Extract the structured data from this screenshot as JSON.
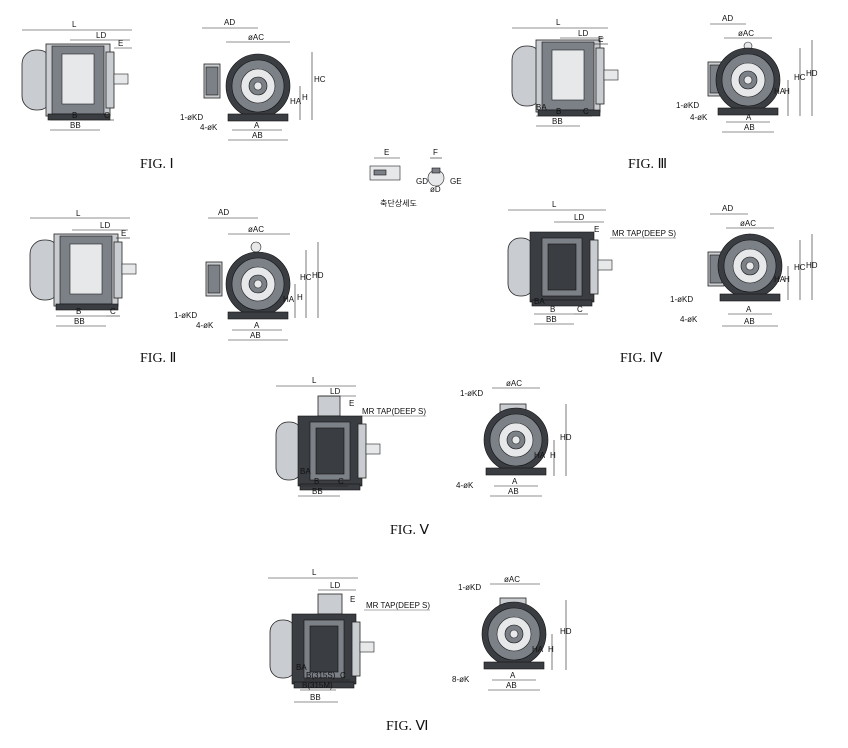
{
  "figures": [
    {
      "caption": "FIG. Ⅰ",
      "side_labels": [
        "L",
        "LD",
        "E",
        "B",
        "C",
        "BB"
      ],
      "front_labels": [
        "AD",
        "øAC",
        "HC",
        "HA",
        "H",
        "1-øKD",
        "4-øK",
        "A",
        "AB"
      ]
    },
    {
      "caption": "FIG. Ⅱ",
      "side_labels": [
        "L",
        "LD",
        "E",
        "B",
        "C",
        "BB"
      ],
      "front_labels": [
        "AD",
        "øAC",
        "HC",
        "HD",
        "HA",
        "H",
        "1-øKD",
        "4-øK",
        "A",
        "AB"
      ]
    },
    {
      "caption": "FIG. Ⅲ",
      "side_labels": [
        "L",
        "LD",
        "E",
        "BA",
        "B",
        "C",
        "BB"
      ],
      "front_labels": [
        "AD",
        "øAC",
        "HC",
        "HD",
        "HA",
        "H",
        "1-øKD",
        "4-øK",
        "A",
        "AB"
      ]
    },
    {
      "caption": "FIG. Ⅳ",
      "side_labels": [
        "L",
        "LD",
        "E",
        "MR TAP(DEEP S)",
        "BA",
        "B",
        "C",
        "BB"
      ],
      "front_labels": [
        "AD",
        "øAC",
        "HC",
        "HD",
        "HA",
        "H",
        "1-øKD",
        "4-øK",
        "A",
        "AB"
      ]
    },
    {
      "caption": "FIG. Ⅴ",
      "side_labels": [
        "L",
        "LD",
        "E",
        "MR TAP(DEEP S)",
        "BA",
        "B",
        "C",
        "BB"
      ],
      "front_labels": [
        "1-øKD",
        "øAC",
        "HD",
        "HA",
        "H",
        "4-øK",
        "A",
        "AB"
      ]
    },
    {
      "caption": "FIG. Ⅵ",
      "side_labels": [
        "L",
        "LD",
        "E",
        "MR TAP(DEEP S)",
        "BA",
        "B(315S)",
        "B(315M)",
        "C",
        "BB"
      ],
      "front_labels": [
        "1-øKD",
        "øAC",
        "HD",
        "HA",
        "H",
        "8-øK",
        "A",
        "AB"
      ]
    }
  ],
  "shaft_detail": {
    "title": "축단상세도",
    "labels": [
      "E",
      "F",
      "GD",
      "øD",
      "GE"
    ]
  },
  "colors": {
    "line": "#222222",
    "body": "#c9ccd0",
    "dark": "#3a3d42"
  }
}
